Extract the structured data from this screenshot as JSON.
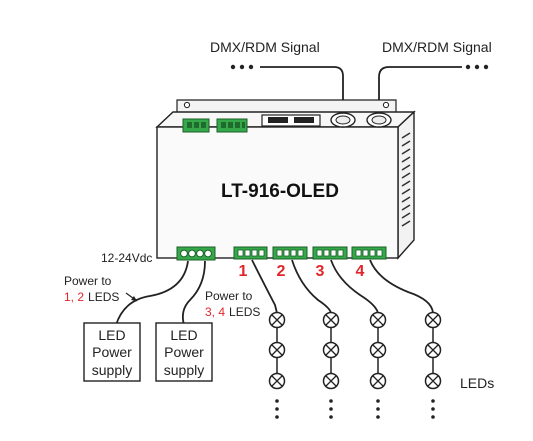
{
  "device": {
    "model": "LT-916-OLED",
    "input_voltage": "12-24Vdc"
  },
  "signals": {
    "left": "DMX/RDM Signal",
    "right": "DMX/RDM Signal"
  },
  "power_notes": {
    "left_prefix": "Power to",
    "left_channels": "1, 2",
    "left_suffix": "LEDS",
    "right_prefix": "Power to",
    "right_channels": "3, 4",
    "right_suffix": "LEDS"
  },
  "power_supplies": [
    {
      "line1": "LED",
      "line2": "Power",
      "line3": "supply"
    },
    {
      "line1": "LED",
      "line2": "Power",
      "line3": "supply"
    }
  ],
  "channels": [
    "1",
    "2",
    "3",
    "4"
  ],
  "leds_label": "LEDs",
  "colors": {
    "channel_number": "#e0262b",
    "terminal_green": "#35a94a",
    "line": "#222222"
  }
}
